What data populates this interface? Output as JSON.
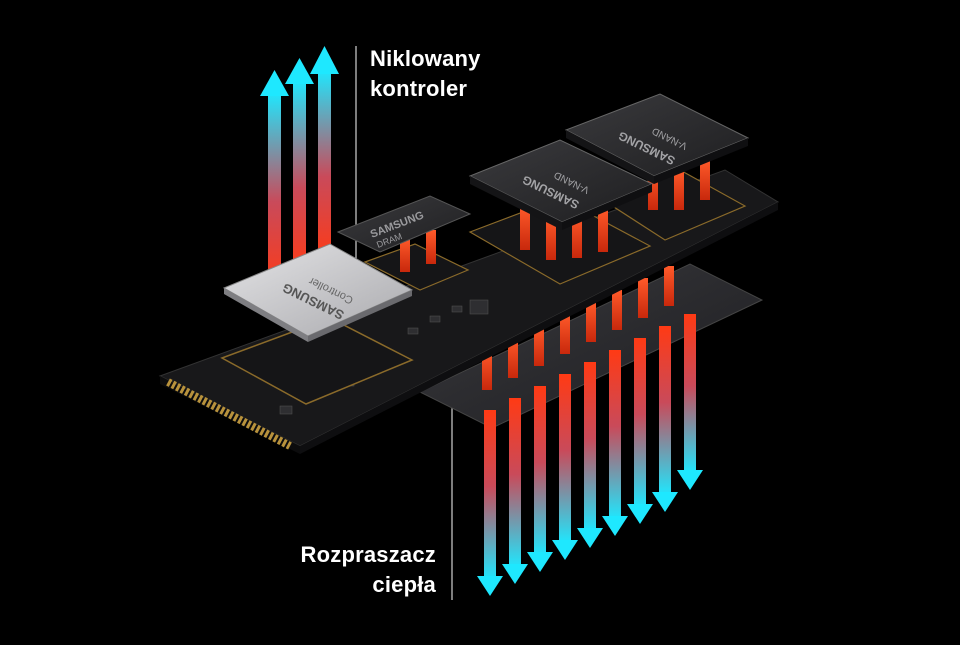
{
  "labels": {
    "controller": {
      "line1": "Niklowany",
      "line2": "kontroler"
    },
    "heat_spreader": {
      "line1": "Rozpraszacz",
      "line2": "ciepła"
    }
  },
  "chips": {
    "controller": {
      "brand": "SAMSUNG",
      "name": "Controller"
    },
    "dram": {
      "brand": "SAMSUNG",
      "name": "DRAM"
    },
    "nand1": {
      "brand": "SAMSUNG",
      "name": "V-NAND"
    },
    "nand2": {
      "brand": "SAMSUNG",
      "name": "V-NAND"
    }
  },
  "colors": {
    "background": "#000000",
    "pcb": "#1b1b1d",
    "chip": "#2a2a2c",
    "controller_plate": "#c9c9cc",
    "heat_spreader": "#2b2b2e",
    "arrow_hot": "#ff3a1a",
    "arrow_cool": "#18e6ff",
    "connector_gold": "#b8923c"
  }
}
